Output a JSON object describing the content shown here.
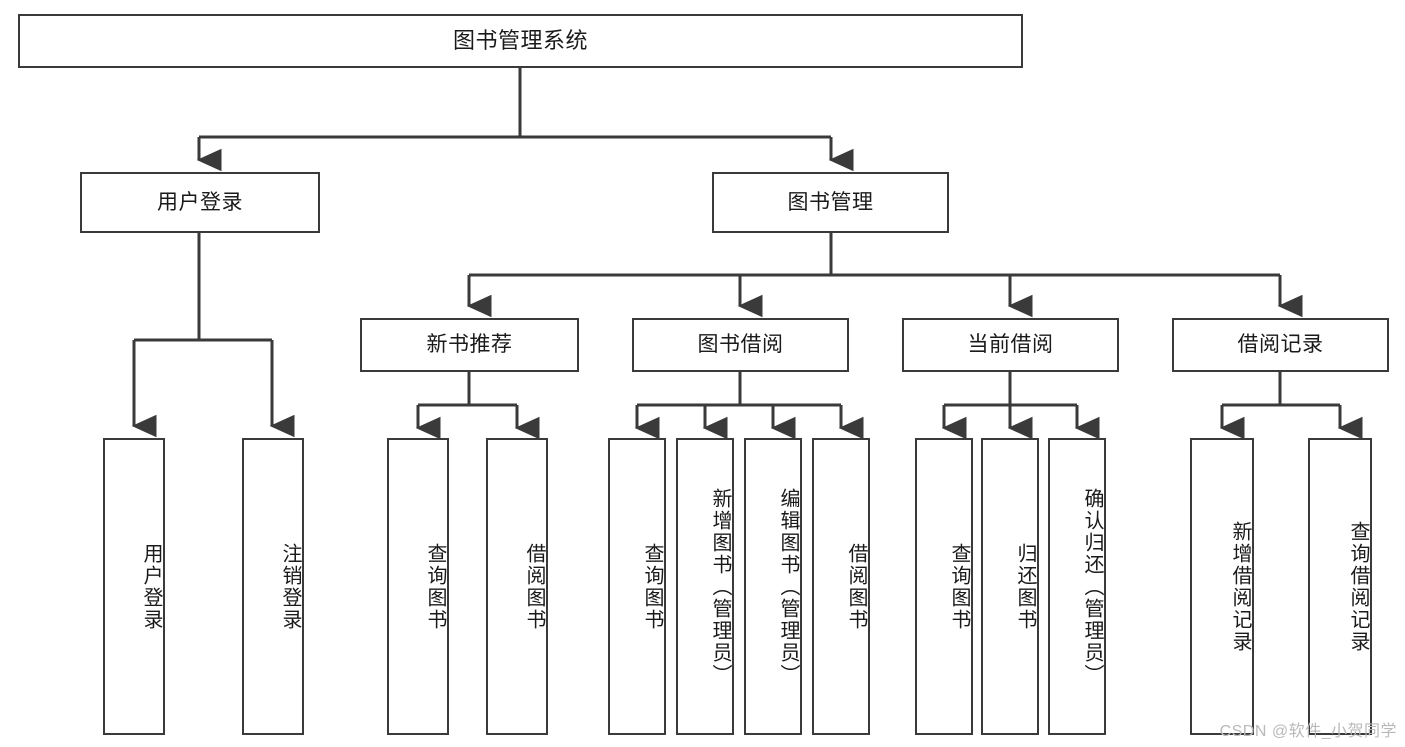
{
  "diagram": {
    "title": "图书管理系统",
    "type": "tree-hierarchy",
    "root": {
      "id": "root",
      "label": "图书管理系统"
    },
    "level2": [
      {
        "id": "user-login",
        "label": "用户登录"
      },
      {
        "id": "book-management",
        "label": "图书管理"
      }
    ],
    "level3": [
      {
        "id": "new-book-recommend",
        "label": "新书推荐",
        "parent": "book-management"
      },
      {
        "id": "book-borrow",
        "label": "图书借阅",
        "parent": "book-management"
      },
      {
        "id": "current-borrow",
        "label": "当前借阅",
        "parent": "book-management"
      },
      {
        "id": "borrow-record",
        "label": "借阅记录",
        "parent": "book-management"
      }
    ],
    "leaves": [
      {
        "id": "leaf-user-login",
        "label": "用户登录",
        "parent": "user-login"
      },
      {
        "id": "leaf-logout",
        "label": "注销登录",
        "parent": "user-login"
      },
      {
        "id": "leaf-query-book-1",
        "label": "查询图书",
        "parent": "new-book-recommend"
      },
      {
        "id": "leaf-borrow-book-1",
        "label": "借阅图书",
        "parent": "new-book-recommend"
      },
      {
        "id": "leaf-query-book-2",
        "label": "查询图书",
        "parent": "book-borrow"
      },
      {
        "id": "leaf-add-book",
        "label": "新增图书（管理员）",
        "parent": "book-borrow"
      },
      {
        "id": "leaf-edit-book",
        "label": "编辑图书（管理员）",
        "parent": "book-borrow"
      },
      {
        "id": "leaf-borrow-book-2",
        "label": "借阅图书",
        "parent": "book-borrow"
      },
      {
        "id": "leaf-query-book-3",
        "label": "查询图书",
        "parent": "current-borrow"
      },
      {
        "id": "leaf-return-book",
        "label": "归还图书",
        "parent": "current-borrow"
      },
      {
        "id": "leaf-confirm-return",
        "label": "确认归还（管理员）",
        "parent": "current-borrow"
      },
      {
        "id": "leaf-add-record",
        "label": "新增借阅记录",
        "parent": "borrow-record"
      },
      {
        "id": "leaf-query-record",
        "label": "查询借阅记录",
        "parent": "borrow-record"
      }
    ]
  },
  "watermark": {
    "text": "CSDN @软件_小贺同学"
  },
  "colors": {
    "stroke": "#3a3a3a",
    "background": "#ffffff",
    "text": "#1a1a1a",
    "watermark": "#b9b9b9"
  }
}
